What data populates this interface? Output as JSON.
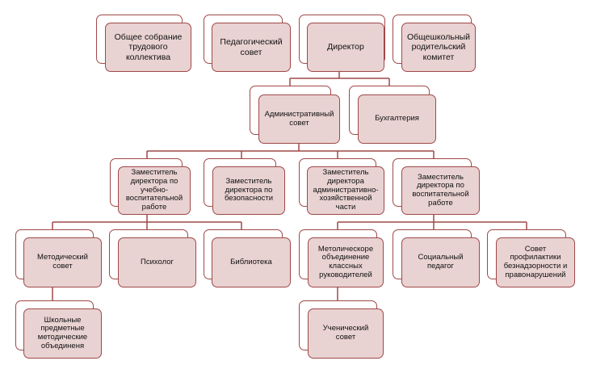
{
  "nodes": {
    "general_meeting": "Общее собрание\nтрудового\nколлектива",
    "pedagogical_council": "Педагогический\nсовет",
    "director": "Директор",
    "parent_committee": "Общешкольный\nродительский\nкомитет",
    "administrative_council": "Административный\nсовет",
    "accounting": "Бухгалтерия",
    "deputy_educational_upbringing": "Заместитель\nдиректора по\nучебно-\nвоспитательной\nработе",
    "deputy_safety": "Заместитель\nдиректора по\nбезопасности",
    "deputy_administrative_economic": "Заместитель\nдиректора\nадминистративно-\nхозяйственной\nчасти",
    "deputy_upbringing": "Заместитель\nдиректора по\nвоспитательной\nработе",
    "methodical_council": "Методический\nсовет",
    "psychologist": "Психолог",
    "library": "Библиотека",
    "class_teachers_association": "Метолическоре\nобъединение\nклассных\nруководителей",
    "social_pedagogue": "Социальный\nпедагог",
    "prevention_council": "Совет\nпрофилактики\nбезнадзорности и\nправонарушений",
    "school_subject_associations": "Школьные\nпредметные\nметодические\nобъединеня",
    "student_council": "Ученический\nсовет"
  },
  "colors": {
    "fill": "#e9d2d2",
    "border": "#a04848"
  }
}
